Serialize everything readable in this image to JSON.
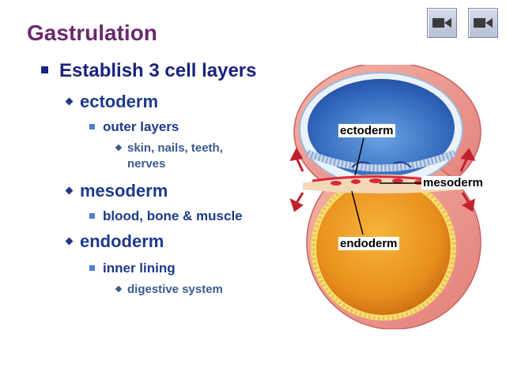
{
  "slide": {
    "title": "Gastrulation",
    "main_point": "Establish 3 cell layers",
    "layers": [
      {
        "name": "ectoderm",
        "sub": "outer layers",
        "detail": [
          "skin, nails, teeth,",
          "nerves"
        ]
      },
      {
        "name": "mesoderm",
        "sub": "blood, bone & muscle"
      },
      {
        "name": "endoderm",
        "sub": "inner lining",
        "detail": [
          "digestive system"
        ]
      }
    ]
  },
  "diagram": {
    "labels": {
      "ectoderm": "ectoderm",
      "mesoderm": "mesoderm",
      "endoderm": "endoderm"
    }
  },
  "toolbar": {
    "buttons": [
      "video-camera-icon",
      "video-camera-icon"
    ]
  },
  "colors": {
    "title": "#6b2a6e",
    "text": "#1e3a8a"
  }
}
